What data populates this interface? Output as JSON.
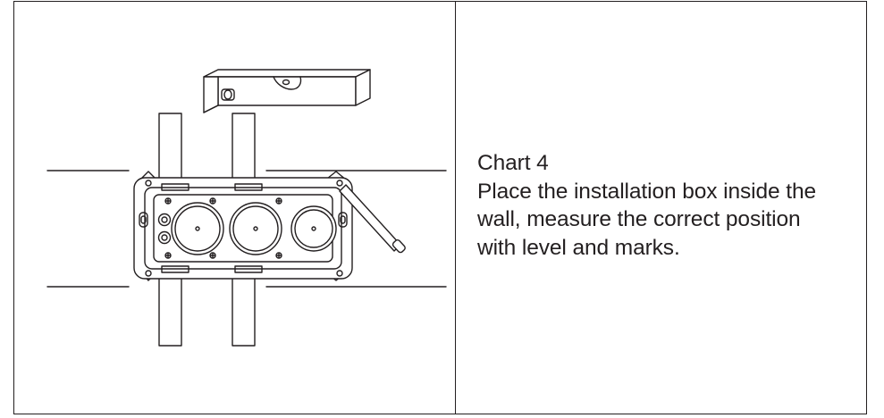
{
  "step": {
    "title": "Chart 4",
    "lines": [
      "Place the installation box inside the",
      "wall, measure the correct position",
      "with level and marks."
    ]
  },
  "illustration": {
    "subject": "installation-box-with-level",
    "icons": [
      "spirit-level-icon",
      "installation-box-icon",
      "pipe-icon",
      "screwdriver-icon"
    ]
  },
  "colors": {
    "line": "#231f20",
    "background": "#ffffff"
  }
}
